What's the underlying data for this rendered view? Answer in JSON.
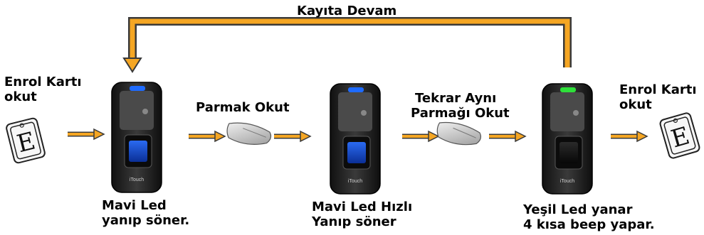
{
  "top_loop_label": "Kayıta Devam",
  "left_label": [
    "Enrol Kartı",
    "okut"
  ],
  "right_label": [
    "Enrol Kartı",
    "okut"
  ],
  "step1_label": "Parmak Okut",
  "step2_label": [
    "Tekrar Aynı",
    "Parmağı Okut"
  ],
  "device1_caption": [
    "Mavi Led",
    "yanıp söner."
  ],
  "device2_caption": [
    "Mavi Led Hızlı",
    "Yanıp söner"
  ],
  "device3_caption": [
    "Yeşil Led yanar",
    "4 kısa beep yapar."
  ],
  "device_brand": "iTouch",
  "card_letter": "E",
  "colors": {
    "arrow": "#f5a623",
    "arrow_outline": "#3a3a3a",
    "led_blue": "#1e6bff",
    "led_green": "#2ee03a",
    "sensor_blue": "#1450c8",
    "sensor_dark": "#1a1a1a",
    "device_body": "#2a2a2a"
  }
}
